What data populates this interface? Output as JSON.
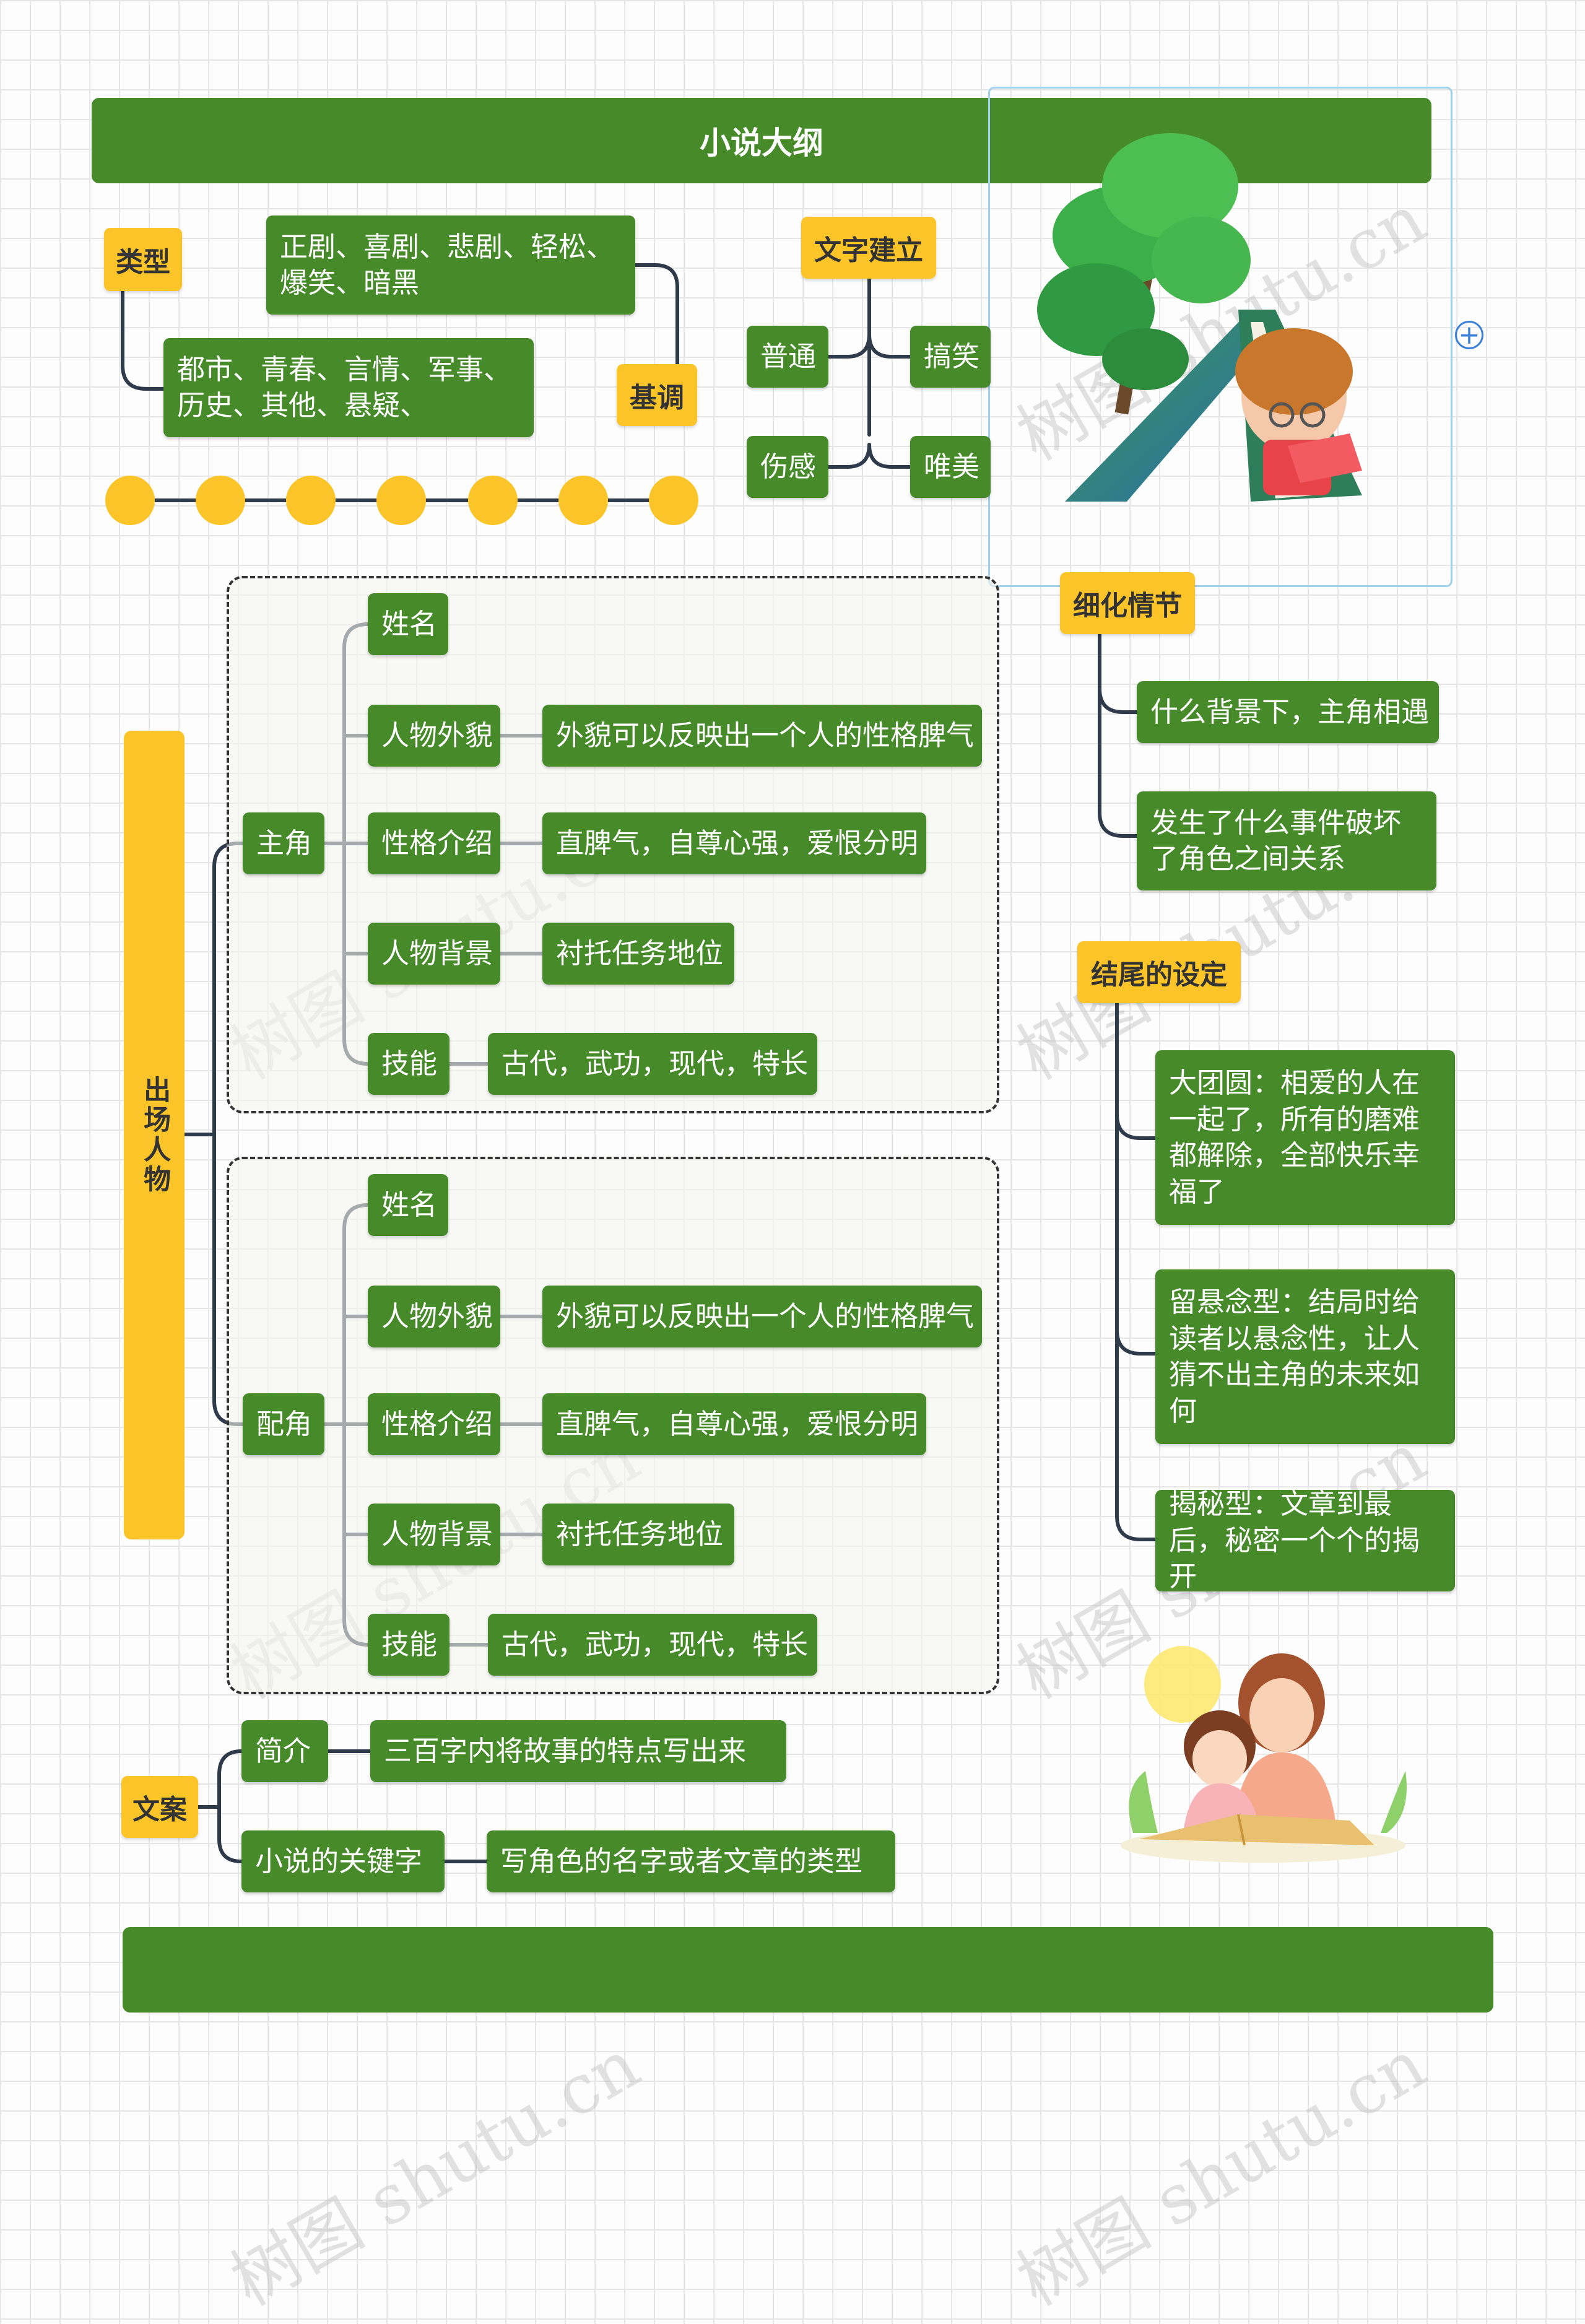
{
  "title": "小说大纲",
  "type_section": {
    "label": "类型",
    "genres_a": "正剧、喜剧、悲剧、轻松、爆笑、暗黑",
    "genres_b": "都市、青春、言情、军事、历史、其他、悬疑、",
    "tone_label": "基调"
  },
  "text_section": {
    "label": "文字建立",
    "items": [
      "普通",
      "搞笑",
      "伤感",
      "唯美"
    ]
  },
  "characters": {
    "label": "出场人物",
    "groups": [
      {
        "role": "主角",
        "rows": [
          {
            "attr": "姓名",
            "value": ""
          },
          {
            "attr": "人物外貌",
            "value": "外貌可以反映出一个人的性格脾气"
          },
          {
            "attr": "性格介绍",
            "value": "直脾气，自尊心强，爱恨分明"
          },
          {
            "attr": "人物背景",
            "value": "衬托任务地位"
          },
          {
            "attr": "技能",
            "value": "古代，武功，现代，特长"
          }
        ]
      },
      {
        "role": "配角",
        "rows": [
          {
            "attr": "姓名",
            "value": ""
          },
          {
            "attr": "人物外貌",
            "value": "外貌可以反映出一个人的性格脾气"
          },
          {
            "attr": "性格介绍",
            "value": "直脾气，自尊心强，爱恨分明"
          },
          {
            "attr": "人物背景",
            "value": "衬托任务地位"
          },
          {
            "attr": "技能",
            "value": "古代，武功，现代，特长"
          }
        ]
      }
    ]
  },
  "plot": {
    "label": "细化情节",
    "items": [
      "什么背景下，主角相遇",
      "发生了什么事件破坏了角色之间关系"
    ]
  },
  "ending": {
    "label": "结尾的设定",
    "items": [
      "大团圆：相爱的人在一起了，所有的磨难都解除，全部快乐幸福了",
      "留悬念型：结局时给读者以悬念性，让人猜不出主角的未来如何",
      "揭秘型：文章到最后，秘密一个个的揭开"
    ]
  },
  "copy": {
    "label": "文案",
    "rows": [
      {
        "attr": "简介",
        "value": "三百字内将故事的特点写出来"
      },
      {
        "attr": "小说的关键字",
        "value": "写角色的名字或者文章的类型"
      }
    ]
  },
  "watermark": "树图 shutu.cn",
  "icons": [
    "tree-book-illustration",
    "mother-child-reading-illustration",
    "add-icon"
  ],
  "colors": {
    "green": "#468a2a",
    "yellow": "#fbc52a",
    "line": "#2f3a4a"
  }
}
